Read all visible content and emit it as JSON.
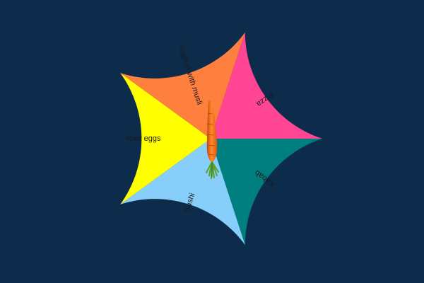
{
  "wheel": {
    "segments": [
      {
        "label": "Kebab",
        "color": "#007f7f"
      },
      {
        "label": "Sushi",
        "color": "#87cefa"
      },
      {
        "label": "Raw eggs",
        "color": "#ffff00"
      },
      {
        "label": "Yoghurt with musli",
        "color": "#ff7f3f"
      },
      {
        "label": "Pizza",
        "color": "#ff4594"
      }
    ]
  },
  "pointer": {
    "icon": "carrot-icon"
  },
  "colors": {
    "background": "#0d2b4a"
  }
}
